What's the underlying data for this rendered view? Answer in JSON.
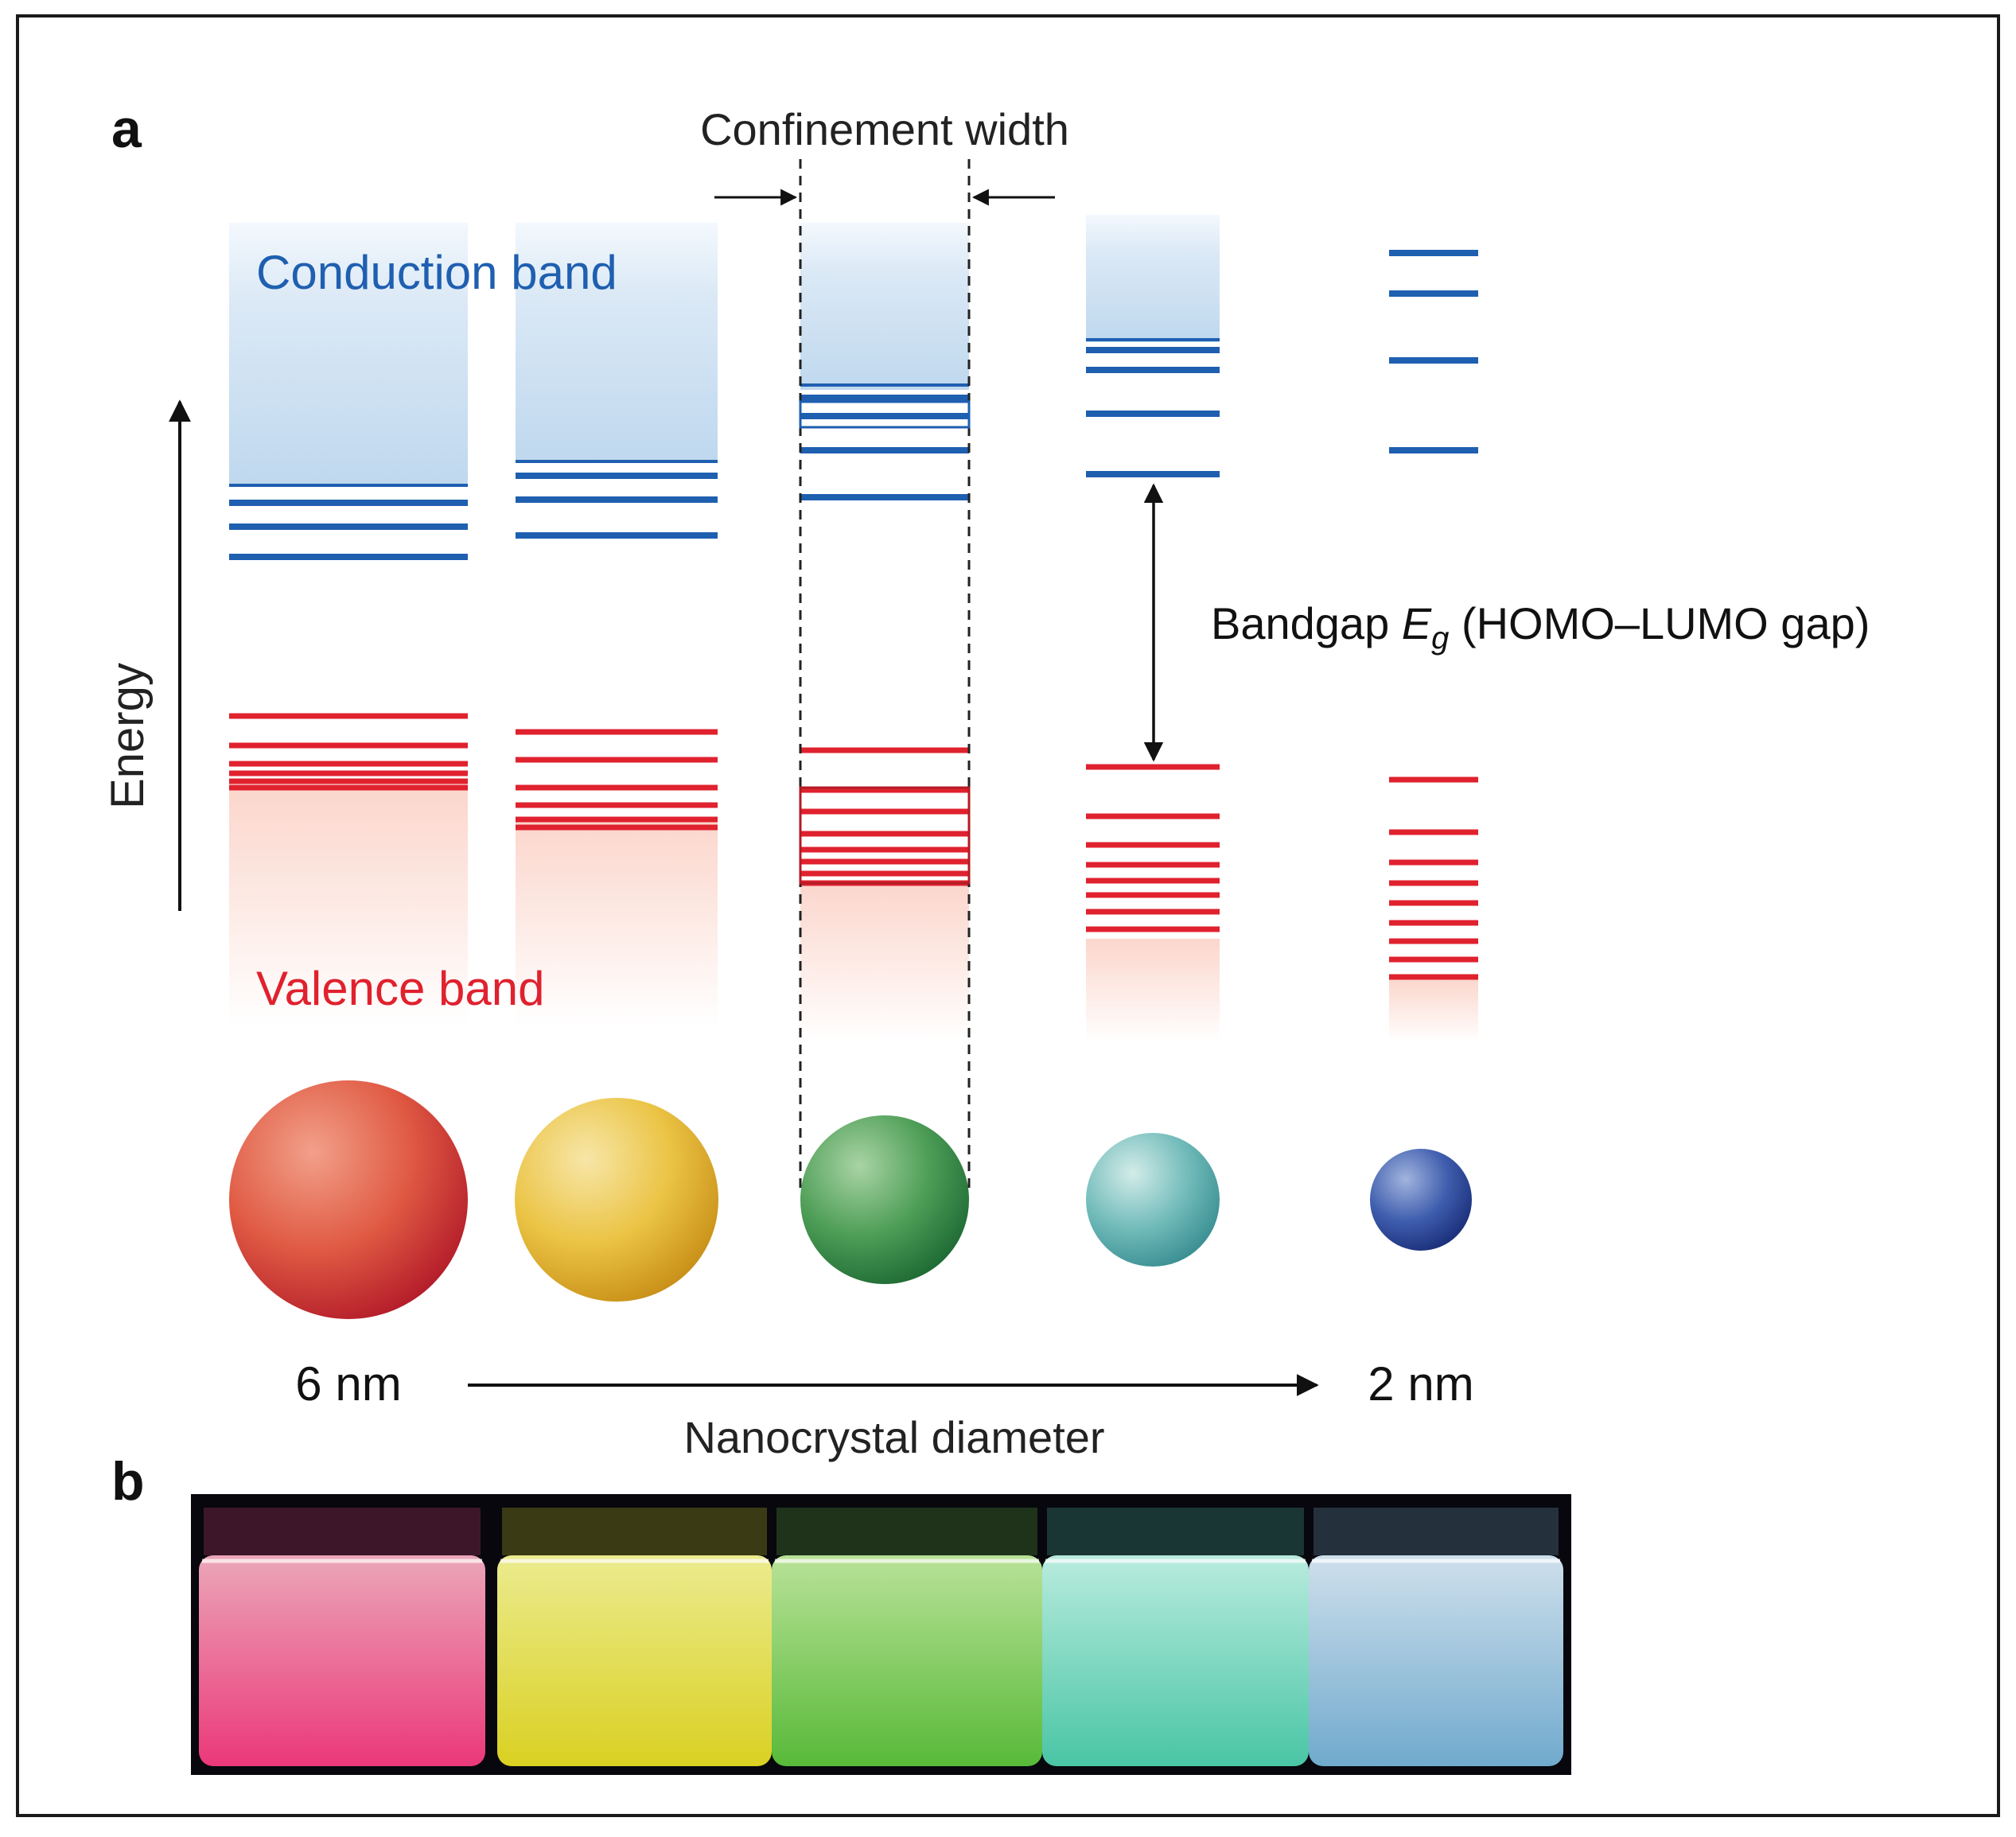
{
  "panels": {
    "a": {
      "panel_label": "a",
      "energy_axis_label": "Energy",
      "conduction_band_label": "Conduction band",
      "valence_band_label": "Valence band",
      "confinement_label": "Confinement width",
      "bandgap_label_prefix": "Bandgap ",
      "bandgap_symbol": "E",
      "bandgap_subscript": "g",
      "bandgap_label_suffix": " (HOMO–LUMO gap)",
      "diameter_large": "6 nm",
      "diameter_small": "2 nm",
      "diameter_axis_label": "Nanocrystal diameter",
      "nanocrystals": [
        {
          "color": "#d9453a",
          "conduction_levels": 4,
          "valence_levels": 6
        },
        {
          "color": "#e7b52e",
          "conduction_levels": 4,
          "valence_levels": 6
        },
        {
          "color": "#3f9a4e",
          "conduction_levels": 5,
          "valence_levels": 8
        },
        {
          "color": "#5fb2b0",
          "conduction_levels": 5,
          "valence_levels": 8
        },
        {
          "color": "#2f4f9c",
          "conduction_levels": 4,
          "valence_levels": 9
        }
      ],
      "colors": {
        "conduction": "#1f5fb0",
        "valence": "#e0212e"
      }
    },
    "b": {
      "panel_label": "b",
      "vial_colors": [
        "#ff4f8f",
        "#f2f02e",
        "#73d34a",
        "#5fe0c0",
        "#8fc8e8"
      ]
    }
  }
}
